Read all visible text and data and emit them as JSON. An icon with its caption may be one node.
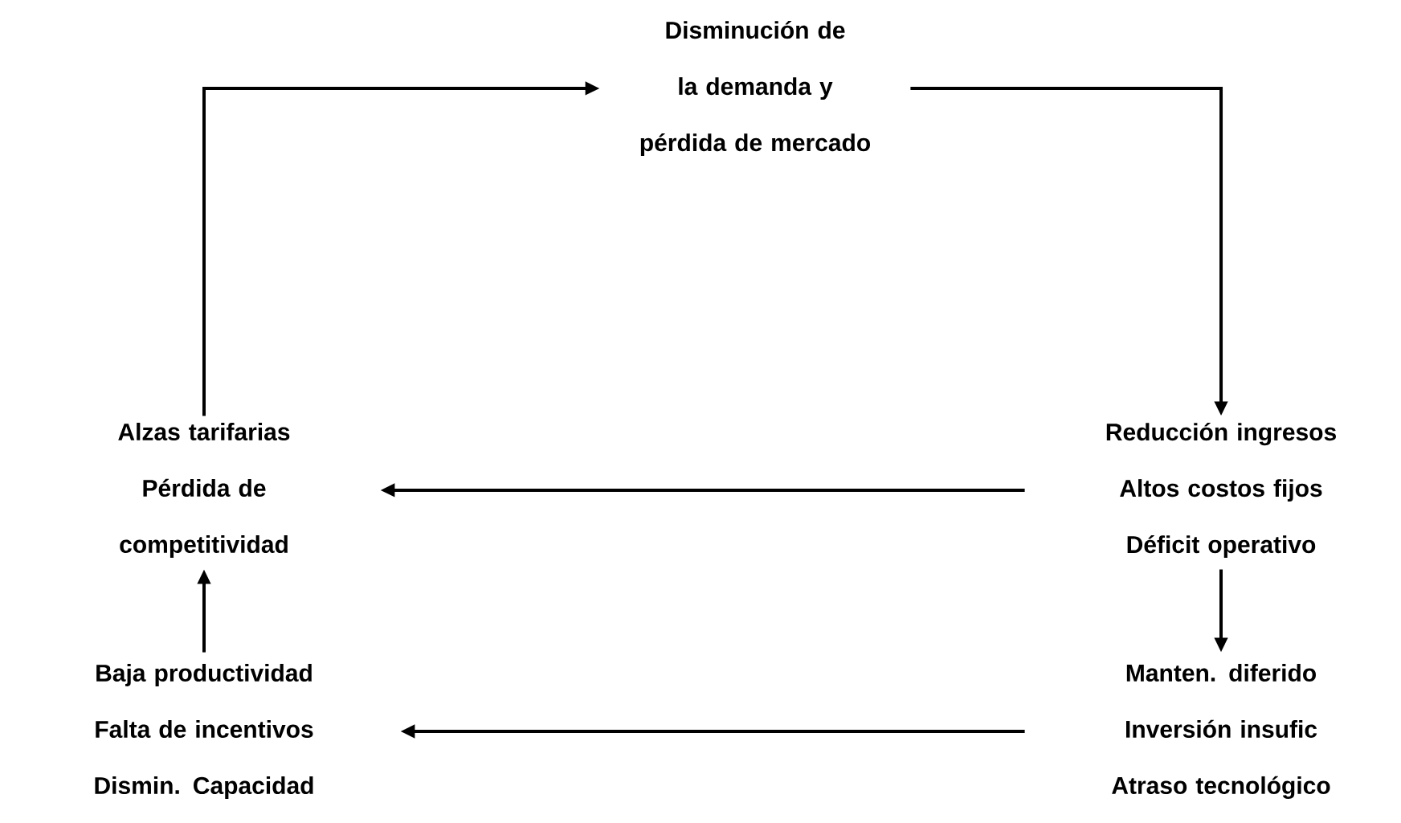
{
  "diagram": {
    "nodes": [
      {
        "text": [
          "Disminución de la demanda y pérdida de mercado"
        ]
      },
      {
        "text": [
          "Alzas tarifarias",
          "Pérdida de competitividad"
        ]
      },
      {
        "text": [
          "Reducción ingresos",
          "Altos costos fijos",
          "Déficit operativo"
        ]
      },
      {
        "text": [
          "Baja productividad",
          "Falta de incentivos",
          "Dismin. Capacidad"
        ]
      },
      {
        "text": [
          "Manten. diferido",
          "Inversión insufic",
          "Atraso tecnológico"
        ]
      }
    ],
    "edges": [
      {
        "from": 1,
        "to": 0,
        "arrow": "to"
      },
      {
        "from": 0,
        "to": 2,
        "arrow": "to"
      },
      {
        "from": 2,
        "to": 1,
        "arrow": "to"
      },
      {
        "from": 2,
        "to": 4,
        "arrow": "to"
      },
      {
        "from": 4,
        "to": 3,
        "arrow": "to"
      },
      {
        "from": 3,
        "to": 1,
        "arrow": "to"
      }
    ]
  }
}
